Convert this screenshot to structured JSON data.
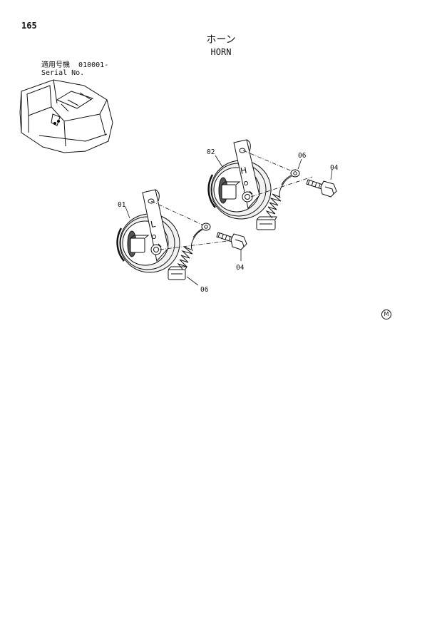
{
  "page_number": "165",
  "title_ja": "ホーン",
  "title_en": "HORN",
  "serial": {
    "label_ja": "適用号機",
    "value": "010001-",
    "label_en": "Serial No."
  },
  "horn_marks": {
    "low": "L",
    "high": "H"
  },
  "callouts": {
    "horn_low": "01",
    "horn_high": "02",
    "bolt_low": "04",
    "bolt_high": "04",
    "wire_low": "06",
    "wire_high": "06"
  },
  "marker": "M"
}
